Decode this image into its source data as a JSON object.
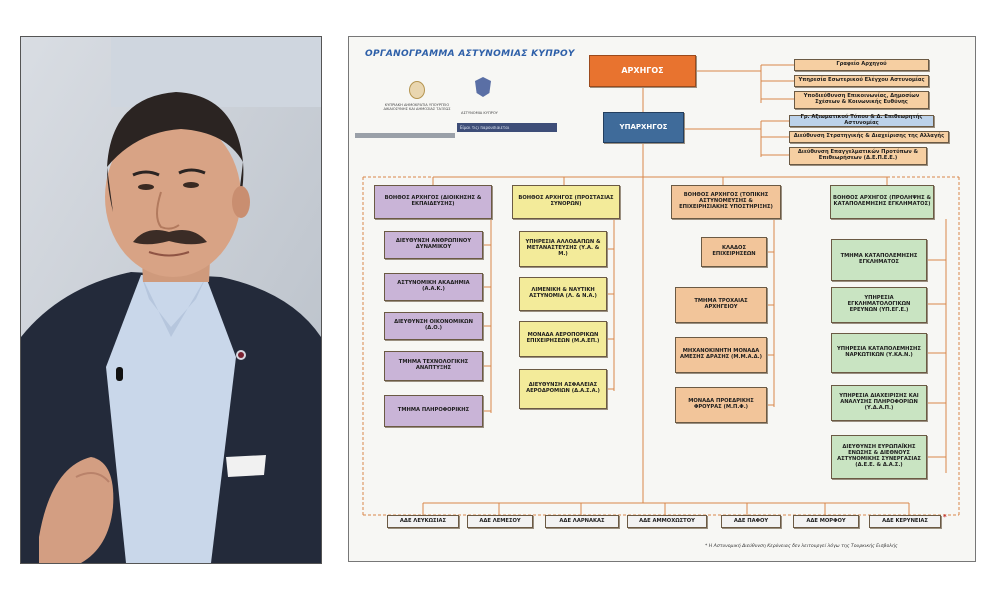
{
  "chart": {
    "title": "ΟΡΓΑΝΟΓΡΑΜΜΑ ΑΣΤΥΝΟΜΙΑΣ ΚΥΠΡΟΥ",
    "chief": "ΑΡΧΗΓΟΣ",
    "deputy_chief": "ΥΠΑΡΧΗΓΟΣ",
    "ministry_text": "ΚΥΠΡΙΑΚΗ ΔΗΜΟΚΡΑΤΙΑ ΥΠΟΥΡΓΕΙΟ ΔΙΚΑΙΟΣΥΝΗΣ ΚΑΙ ΔΗΜΟΣΙΑΣ ΤΑΞΕΩΣ",
    "police_text": "ΑΣΤΥΝΟΜΙΑ ΚΥΠΡΟΥ",
    "search_bar_text": "Είμαι τιςι παρουσιαιεται",
    "chief_offices": [
      "Γραφείο Αρχηγού",
      "Υπηρεσία Εσωτερικού Ελέγχου Αστυνομίας",
      "Υποδιεύθυνση Επικοινωνίας, Δημοσίων Σχέσεων & Κοινωνικής Ευθύνης"
    ],
    "deputy_offices": [
      "Γρ. Αξιωματικού Τύπου & Δ. Επιθεωρητής Αστυνομίας",
      "Διεύθυνση Στρατηγικής & Διαχείρισης της Αλλαγής",
      "Διεύθυνση Επαγγελματικών Προτύπων & Επιθεωρήσεων (Δ.Ε.Π.Ε.Ε.)"
    ],
    "assistants": [
      {
        "title": "ΒΟΗΘΟΣ ΑΡΧΗΓΟΣ (ΔΙΟΙΚΗΣΗΣ & ΕΚΠΑΙΔΕΥΣΗΣ)",
        "units": [
          "ΔΙΕΥΘΥΝΣΗ ΑΝΘΡΩΠΙΝΟΥ ΔΥΝΑΜΙΚΟΥ",
          "ΑΣΤΥΝΟΜΙΚΗ ΑΚΑΔΗΜΙΑ (Α.Α.Κ.)",
          "ΔΙΕΥΘΥΝΣΗ ΟΙΚΟΝΟΜΙΚΩΝ (Δ.Ο.)",
          "ΤΜΗΜΑ ΤΕΧΝΟΛΟΓΙΚΗΣ ΑΝΑΠΤΥΞΗΣ",
          "ΤΜΗΜΑ ΠΛΗΡΟΦΟΡΙΚΗΣ"
        ]
      },
      {
        "title": "ΒΟΗΘΟΣ ΑΡΧΗΓΟΣ (ΠΡΟΣΤΑΣΙΑΣ ΣΥΝΟΡΩΝ)",
        "units": [
          "ΥΠΗΡΕΣΙΑ ΑΛΛΟΔΑΠΩΝ & ΜΕΤΑΝΑΣΤΕΥΣΗΣ (Υ.Α. & Μ.)",
          "ΛΙΜΕΝΙΚΗ & ΝΑΥΤΙΚΗ ΑΣΤΥΝΟΜΙΑ (Λ. & Ν.Α.)",
          "ΜΟΝΑΔΑ ΑΕΡΟΠΟΡΙΚΩΝ ΕΠΙΧΕΙΡΗΣΕΩΝ (Μ.Α.ΕΠ.)",
          "ΔΙΕΥΘΥΝΣΗ ΑΣΦΑΛΕΙΑΣ ΑΕΡΟΔΡΟΜΙΩΝ (Δ.Α.Σ.Α.)"
        ]
      },
      {
        "title": "ΒΟΗΘΟΣ ΑΡΧΗΓΟΣ (ΤΟΠΙΚΗΣ ΑΣΤΥΝΟΜΕΥΣΗΣ & ΕΠΙΧΕΙΡΗΣΙΑΚΗΣ ΥΠΟΣΤΗΡΙΞΗΣ)",
        "units": [
          "ΚΛΑΔΟΣ ΕΠΙΧΕΙΡΗΣΕΩΝ",
          "ΤΜΗΜΑ ΤΡΟΧΑΙΑΣ ΑΡΧΗΓΕΙΟΥ",
          "ΜΗΧΑΝΟΚΙΝΗΤΗ ΜΟΝΑΔΑ ΑΜΕΣΗΣ ΔΡΑΣΗΣ (Μ.Μ.Α.Δ.)",
          "ΜΟΝΑΔΑ ΠΡΟΕΔΡΙΚΗΣ ΦΡΟΥΡΑΣ (Μ.Π.Φ.)"
        ]
      },
      {
        "title": "ΒΟΗΘΟΣ ΑΡΧΗΓΟΣ (ΠΡΟΛΗΨΗΣ & ΚΑΤΑΠΟΛΕΜΗΣΗΣ ΕΓΚΛΗΜΑΤΟΣ)",
        "units": [
          "ΤΜΗΜΑ ΚΑΤΑΠΟΛΕΜΗΣΗΣ ΕΓΚΛΗΜΑΤΟΣ",
          "ΥΠΗΡΕΣΙΑ ΕΓΚΛΗΜΑΤΟΛΟΓΙΚΩΝ ΕΡΕΥΝΩΝ (ΥΠ.ΕΓ.Ε.)",
          "ΥΠΗΡΕΣΙΑ ΚΑΤΑΠΟΛΕΜΗΣΗΣ ΝΑΡΚΩΤΙΚΩΝ (Υ.ΚΑ.Ν.)",
          "ΥΠΗΡΕΣΙΑ ΔΙΑΧΕΙΡΙΣΗΣ ΚΑΙ ΑΝΑΛΥΣΗΣ ΠΛΗΡΟΦΟΡΙΩΝ (Υ.Δ.Α.Π.)",
          "ΔΙΕΥΘΥΝΣΗ ΕΥΡΩΠΑΪΚΗΣ ΕΝΩΣΗΣ & ΔΙΕΘΝΟΥΣ ΑΣΤΥΝΟΜΙΚΗΣ ΣΥΝΕΡΓΑΣΙΑΣ (Δ.Ε.Ε. & Δ.Α.Σ.)"
        ]
      }
    ],
    "districts": [
      "ΑΔΕ ΛΕΥΚΩΣΙΑΣ",
      "ΑΔΕ ΛΕΜΕΣΟΥ",
      "ΑΔΕ ΛΑΡΝΑΚΑΣ",
      "ΑΔΕ ΑΜΜΟΧΩΣΤΟΥ",
      "ΑΔΕ ΠΑΦΟΥ",
      "ΑΔΕ ΜΟΡΦΟΥ",
      "ΑΔΕ ΚΕΡΥΝΕΙΑΣ"
    ],
    "district_asterisk": "*",
    "footnote": "* Η Αστυνομική Διεύθυνση Κερύνειας δεν λειτουργεί λόγω της Τουρκικής Εισβολής"
  },
  "colors": {
    "title_blue": "#2d5fa8",
    "chief_orange": "#e8732f",
    "deputy_blue": "#3f6b9a",
    "connector": "#d9874a"
  }
}
